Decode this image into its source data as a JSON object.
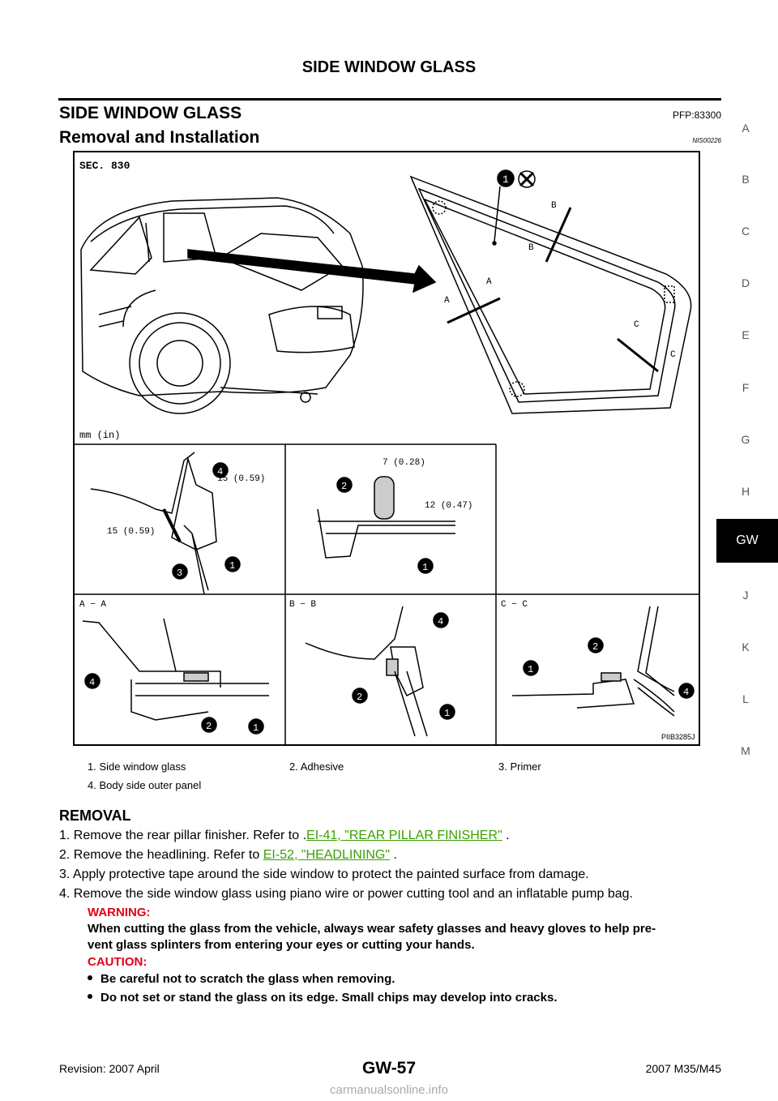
{
  "header": {
    "title": "SIDE WINDOW GLASS"
  },
  "section": {
    "title": "SIDE WINDOW GLASS",
    "pfp": "PFP:83300"
  },
  "subsection": {
    "title": "Removal and Installation",
    "code": "NIS00226"
  },
  "side_index": [
    "A",
    "B",
    "C",
    "D",
    "E",
    "F",
    "G",
    "H",
    "GW",
    "J",
    "K",
    "L",
    "M"
  ],
  "side_index_active": "GW",
  "figure": {
    "sec": "SEC. 830",
    "unit": "mm (in)",
    "callouts": [
      "1",
      "2",
      "3",
      "4"
    ],
    "section_markers": [
      "A",
      "B",
      "C"
    ],
    "panel_labels": [
      "A − A",
      "B − B",
      "C − C"
    ],
    "dims": {
      "d1": "15 (0.59)",
      "d2": "15 (0.59)",
      "d3": "7 (0.28)",
      "d4": "12 (0.47)"
    },
    "code": "PIIB3285J"
  },
  "legend": [
    {
      "text": "1.   Side window glass"
    },
    {
      "text": "2.   Adhesive"
    },
    {
      "text": "3.   Primer"
    },
    {
      "text": "4.   Body side outer panel"
    }
  ],
  "removal": {
    "title": "REMOVAL",
    "steps": [
      {
        "prefix": "1.  Remove the rear pillar finisher. Refer to .",
        "link": "EI-41, \"REAR PILLAR FINISHER\"",
        "suffix": " ."
      },
      {
        "prefix": "2.  Remove the headlining. Refer to ",
        "link": "EI-52, \"HEADLINING\"",
        "suffix": " ."
      },
      {
        "prefix": "3.  Apply protective tape around the side window to protect the painted surface from damage.",
        "link": "",
        "suffix": ""
      },
      {
        "prefix": "4.  Remove the side window glass using piano wire or power cutting tool and an inflatable pump bag.",
        "link": "",
        "suffix": ""
      }
    ],
    "warning_label": "WARNING:",
    "warning_line1": "When cutting the glass from the vehicle, always wear safety glasses and heavy gloves to help pre-",
    "warning_line2": "vent glass splinters from entering your eyes or cutting your hands.",
    "caution_label": "CAUTION:",
    "cautions": [
      "Be careful not to scratch the glass when removing.",
      "Do not set or stand the glass on its edge. Small chips may develop into cracks."
    ]
  },
  "footer": {
    "left": "Revision: 2007 April",
    "center": "GW-57",
    "right": "2007 M35/M45"
  },
  "watermark": "carmanualsonline.info"
}
